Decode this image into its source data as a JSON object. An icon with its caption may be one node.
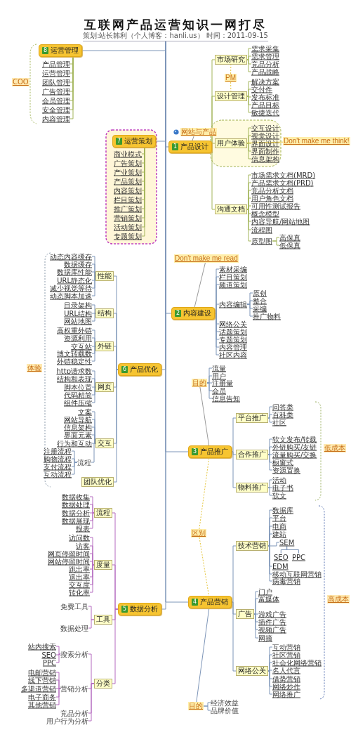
{
  "diagram": {
    "nodes": [
      {
        "text": [
          "互联网产品运营知识一网打尽",
          "策划:站长韩利（个人博客：hanli.us） 时间：2011-09-15"
        ]
      },
      {
        "text": [
          "8",
          "运营管理"
        ]
      },
      {
        "text": [
          "产品管理"
        ]
      },
      {
        "text": [
          "运营管理"
        ]
      },
      {
        "text": [
          "团队管理"
        ]
      },
      {
        "text": [
          "广告管理"
        ]
      },
      {
        "text": [
          "会员管理"
        ]
      },
      {
        "text": [
          "安全管理"
        ]
      },
      {
        "text": [
          "内容管理"
        ]
      },
      {
        "text": [
          "7",
          "运营策划"
        ]
      },
      {
        "text": [
          "商业模式"
        ]
      },
      {
        "text": [
          "广告策划"
        ]
      },
      {
        "text": [
          "产业策划"
        ]
      },
      {
        "text": [
          "产品策划"
        ]
      },
      {
        "text": [
          "内容策划"
        ]
      },
      {
        "text": [
          "栏目策划"
        ]
      },
      {
        "text": [
          "推广策划"
        ]
      },
      {
        "text": [
          "营销策划"
        ]
      },
      {
        "text": [
          "活动策划"
        ]
      },
      {
        "text": [
          "专题策划"
        ]
      },
      {
        "text": [
          "网站与产品"
        ]
      },
      {
        "text": [
          "1",
          "产品设计"
        ]
      },
      {
        "text": [
          "市场研究"
        ]
      },
      {
        "text": [
          "PM"
        ]
      },
      {
        "text": [
          "设计管理"
        ]
      },
      {
        "text": [
          "用户体验"
        ]
      },
      {
        "text": [
          "沟通文档"
        ]
      },
      {
        "text": [
          "需求采集"
        ]
      },
      {
        "text": [
          "需求管理"
        ]
      },
      {
        "text": [
          "竞品分析"
        ]
      },
      {
        "text": [
          "产品战略"
        ]
      },
      {
        "text": [
          "解决方案"
        ]
      },
      {
        "text": [
          "交付件"
        ]
      },
      {
        "text": [
          "发布标准"
        ]
      },
      {
        "text": [
          "产品目标"
        ]
      },
      {
        "text": [
          "敏捷迭代"
        ]
      },
      {
        "text": [
          "交互设计"
        ]
      },
      {
        "text": [
          "视觉设计"
        ]
      },
      {
        "text": [
          "界面设计"
        ]
      },
      {
        "text": [
          "界面制作"
        ]
      },
      {
        "text": [
          "信息架构"
        ]
      },
      {
        "text": [
          "Don't make me think!"
        ]
      },
      {
        "text": [
          "市场需求文档(MRD)"
        ]
      },
      {
        "text": [
          "产品需求文档(PRD)"
        ]
      },
      {
        "text": [
          "竞品分析文档"
        ]
      },
      {
        "text": [
          "用户角色文档"
        ]
      },
      {
        "text": [
          "可用性测试报告"
        ]
      },
      {
        "text": [
          "概念模型"
        ]
      },
      {
        "text": [
          "内容导航/网站地图"
        ]
      },
      {
        "text": [
          "流程图"
        ]
      },
      {
        "text": [
          "原型图"
        ]
      },
      {
        "text": [
          "高保真"
        ]
      },
      {
        "text": [
          "低保真"
        ]
      },
      {
        "text": [
          "Don't make me read"
        ]
      },
      {
        "text": [
          "2",
          "内容建设"
        ]
      },
      {
        "text": [
          "素材采编"
        ]
      },
      {
        "text": [
          "栏目策划"
        ]
      },
      {
        "text": [
          "频道策划"
        ]
      },
      {
        "text": [
          "内容编辑"
        ]
      },
      {
        "text": [
          "网络公关"
        ]
      },
      {
        "text": [
          "话题策划"
        ]
      },
      {
        "text": [
          "专题策划"
        ]
      },
      {
        "text": [
          "内容管理"
        ]
      },
      {
        "text": [
          "社区内容"
        ]
      },
      {
        "text": [
          "原创"
        ]
      },
      {
        "text": [
          "整合"
        ]
      },
      {
        "text": [
          "采编"
        ]
      },
      {
        "text": [
          "推广物料"
        ]
      },
      {
        "text": [
          "6",
          "产品优化"
        ]
      },
      {
        "text": [
          "性能"
        ]
      },
      {
        "text": [
          "结构"
        ]
      },
      {
        "text": [
          "外链"
        ]
      },
      {
        "text": [
          "网页"
        ]
      },
      {
        "text": [
          "交互"
        ]
      },
      {
        "text": [
          "团队优化"
        ]
      },
      {
        "text": [
          "动态内容缓存"
        ]
      },
      {
        "text": [
          "数据缓存"
        ]
      },
      {
        "text": [
          "数据库性能"
        ]
      },
      {
        "text": [
          "URL静态化"
        ]
      },
      {
        "text": [
          "减少视觉等待"
        ]
      },
      {
        "text": [
          "动态脚本加速"
        ]
      },
      {
        "text": [
          "目录架构"
        ]
      },
      {
        "text": [
          "URL结构"
        ]
      },
      {
        "text": [
          "网站地图"
        ]
      },
      {
        "text": [
          "高权重外链"
        ]
      },
      {
        "text": [
          "资源利用"
        ]
      },
      {
        "text": [
          "交互站"
        ]
      },
      {
        "text": [
          "博文转载数"
        ]
      },
      {
        "text": [
          "外链稳定性"
        ]
      },
      {
        "text": [
          "http请求数"
        ]
      },
      {
        "text": [
          "结构和表现"
        ]
      },
      {
        "text": [
          "脚本位置"
        ]
      },
      {
        "text": [
          "代码精简"
        ]
      },
      {
        "text": [
          "组件压缩"
        ]
      },
      {
        "text": [
          "文案"
        ]
      },
      {
        "text": [
          "网站导航"
        ]
      },
      {
        "text": [
          "信息架构"
        ]
      },
      {
        "text": [
          "界面元素"
        ]
      },
      {
        "text": [
          "行为和互动"
        ]
      },
      {
        "text": [
          "流程"
        ]
      },
      {
        "text": [
          "注册流程"
        ]
      },
      {
        "text": [
          "购物流程"
        ]
      },
      {
        "text": [
          "支付流程"
        ]
      },
      {
        "text": [
          "互动流程"
        ]
      },
      {
        "text": [
          "3",
          "产品推广"
        ]
      },
      {
        "text": [
          "目的"
        ]
      },
      {
        "text": [
          "流量"
        ]
      },
      {
        "text": [
          "用户"
        ]
      },
      {
        "text": [
          "注册量"
        ]
      },
      {
        "text": [
          "会员"
        ]
      },
      {
        "text": [
          "信息告知"
        ]
      },
      {
        "text": [
          "平台推广"
        ]
      },
      {
        "text": [
          "合作推广"
        ]
      },
      {
        "text": [
          "物料推广"
        ]
      },
      {
        "text": [
          "问答类"
        ]
      },
      {
        "text": [
          "百科类"
        ]
      },
      {
        "text": [
          "社区"
        ]
      },
      {
        "text": [
          "软文发布/转载"
        ]
      },
      {
        "text": [
          "外链购买/友链"
        ]
      },
      {
        "text": [
          "流量购买/交换"
        ]
      },
      {
        "text": [
          "橱窗式"
        ]
      },
      {
        "text": [
          "资源置换"
        ]
      },
      {
        "text": [
          "活动"
        ]
      },
      {
        "text": [
          "电子书"
        ]
      },
      {
        "text": [
          "软文"
        ]
      },
      {
        "text": [
          "区别"
        ]
      },
      {
        "text": [
          "4",
          "产品营销"
        ]
      },
      {
        "text": [
          "技术营销"
        ]
      },
      {
        "text": [
          "广告"
        ]
      },
      {
        "text": [
          "网络公关"
        ]
      },
      {
        "text": [
          "数据库"
        ]
      },
      {
        "text": [
          "平台"
        ]
      },
      {
        "text": [
          "电商"
        ]
      },
      {
        "text": [
          "建站"
        ]
      },
      {
        "text": [
          "SEM"
        ]
      },
      {
        "text": [
          "SEO"
        ]
      },
      {
        "text": [
          "PPC"
        ]
      },
      {
        "text": [
          "EDM"
        ]
      },
      {
        "text": [
          "移动互联网营销"
        ]
      },
      {
        "text": [
          "病毒营销"
        ]
      },
      {
        "text": [
          "门户"
        ]
      },
      {
        "text": [
          "富媒体"
        ]
      },
      {
        "text": [
          "游戏广告"
        ]
      },
      {
        "text": [
          "插件广告"
        ]
      },
      {
        "text": [
          "视频广告"
        ]
      },
      {
        "text": [
          "网摘"
        ]
      },
      {
        "text": [
          "互动营销"
        ]
      },
      {
        "text": [
          "社区营销"
        ]
      },
      {
        "text": [
          "社会化网络营销"
        ]
      },
      {
        "text": [
          "名人代言"
        ]
      },
      {
        "text": [
          "借势营销"
        ]
      },
      {
        "text": [
          "网络炒作"
        ]
      },
      {
        "text": [
          "网络推广"
        ]
      },
      {
        "text": [
          "目的"
        ]
      },
      {
        "text": [
          "经济效益"
        ]
      },
      {
        "text": [
          "品牌价值"
        ]
      },
      {
        "text": [
          "5",
          "数据分析"
        ]
      },
      {
        "text": [
          "流程"
        ]
      },
      {
        "text": [
          "度量"
        ]
      },
      {
        "text": [
          "工具"
        ]
      },
      {
        "text": [
          "分类"
        ]
      },
      {
        "text": [
          "数据收集"
        ]
      },
      {
        "text": [
          "数据处理"
        ]
      },
      {
        "text": [
          "数据分析"
        ]
      },
      {
        "text": [
          "数据展现"
        ]
      },
      {
        "text": [
          "报表"
        ]
      },
      {
        "text": [
          "访问数"
        ]
      },
      {
        "text": [
          "访客"
        ]
      },
      {
        "text": [
          "网页停留时间"
        ]
      },
      {
        "text": [
          "网站停留时间"
        ]
      },
      {
        "text": [
          "跳出率"
        ]
      },
      {
        "text": [
          "退出率"
        ]
      },
      {
        "text": [
          "交互度"
        ]
      },
      {
        "text": [
          "转化率"
        ]
      },
      {
        "text": [
          "免费工具"
        ]
      },
      {
        "text": [
          "数据处理"
        ]
      },
      {
        "text": [
          "搜索分析"
        ]
      },
      {
        "text": [
          "营销分析"
        ]
      },
      {
        "text": [
          "竞品分析"
        ]
      },
      {
        "text": [
          "用户行为分析"
        ]
      },
      {
        "text": [
          "站内搜索"
        ]
      },
      {
        "text": [
          "SEO"
        ]
      },
      {
        "text": [
          "PPC"
        ]
      },
      {
        "text": [
          "电邮营销"
        ]
      },
      {
        "text": [
          "线下营销"
        ]
      },
      {
        "text": [
          "多渠道营销"
        ]
      },
      {
        "text": [
          "电子商务"
        ]
      },
      {
        "text": [
          "其他营销"
        ]
      }
    ],
    "edges": [
      {
        "from": 0,
        "to": 1,
        "arrow": "none"
      },
      {
        "from": 0,
        "to": 9,
        "arrow": "none"
      },
      {
        "from": 0,
        "to": 21,
        "arrow": "none"
      },
      {
        "from": 0,
        "to": 54,
        "arrow": "none"
      },
      {
        "from": 0,
        "to": 68,
        "arrow": "none"
      },
      {
        "from": 0,
        "to": 104,
        "arrow": "none"
      },
      {
        "from": 0,
        "to": 126,
        "arrow": "none"
      },
      {
        "from": 0,
        "to": 156,
        "arrow": "none"
      },
      {
        "from": 1,
        "to": 2,
        "arrow": "none",
        "color": "#a3b55a"
      },
      {
        "from": 1,
        "to": 3,
        "arrow": "none",
        "color": "#a3b55a"
      },
      {
        "from": 1,
        "to": 4,
        "arrow": "none",
        "color": "#a3b55a"
      },
      {
        "from": 1,
        "to": 5,
        "arrow": "none",
        "color": "#a3b55a"
      },
      {
        "from": 1,
        "to": 6,
        "arrow": "none",
        "color": "#a3b55a"
      },
      {
        "from": 1,
        "to": 7,
        "arrow": "none",
        "color": "#a3b55a"
      },
      {
        "from": 1,
        "to": 8,
        "arrow": "none",
        "color": "#a3b55a"
      },
      {
        "from": 9,
        "to": 10,
        "arrow": "none",
        "color": "#a3b55a"
      },
      {
        "from": 9,
        "to": 11,
        "arrow": "none",
        "color": "#a3b55a"
      },
      {
        "from": 9,
        "to": 12,
        "arrow": "none",
        "color": "#a3b55a"
      },
      {
        "from": 9,
        "to": 13,
        "arrow": "none",
        "color": "#a3b55a"
      },
      {
        "from": 9,
        "to": 14,
        "arrow": "none",
        "color": "#a3b55a"
      },
      {
        "from": 9,
        "to": 15,
        "arrow": "none",
        "color": "#a3b55a"
      },
      {
        "from": 9,
        "to": 16,
        "arrow": "none",
        "color": "#a3b55a"
      },
      {
        "from": 9,
        "to": 17,
        "arrow": "none",
        "color": "#a3b55a"
      },
      {
        "from": 9,
        "to": 18,
        "arrow": "none",
        "color": "#a3b55a"
      },
      {
        "from": 9,
        "to": 19,
        "arrow": "none",
        "color": "#a3b55a"
      },
      {
        "from": 20,
        "to": 21,
        "arrow": "none",
        "color": "#9a9a9a"
      },
      {
        "from": 21,
        "to": 22,
        "arrow": "none",
        "color": "#a3b55a"
      },
      {
        "from": 21,
        "to": 24,
        "arrow": "none",
        "color": "#a3b55a"
      },
      {
        "from": 21,
        "to": 25,
        "arrow": "none",
        "color": "#a3b55a"
      },
      {
        "from": 21,
        "to": 26,
        "arrow": "none",
        "color": "#a3b55a"
      },
      {
        "from": 23,
        "to": 22,
        "arrow": "none",
        "style": "dashed",
        "color": "#e6c63c"
      },
      {
        "from": 23,
        "to": 24,
        "arrow": "none",
        "style": "dashed",
        "color": "#e6c63c"
      },
      {
        "from": 22,
        "to": 27,
        "arrow": "none",
        "color": "#a3b55a"
      },
      {
        "from": 22,
        "to": 28,
        "arrow": "none",
        "color": "#a3b55a"
      },
      {
        "from": 22,
        "to": 29,
        "arrow": "none",
        "color": "#a3b55a"
      },
      {
        "from": 22,
        "to": 30,
        "arrow": "none",
        "color": "#a3b55a"
      },
      {
        "from": 24,
        "to": 31,
        "arrow": "none",
        "color": "#a3b55a"
      },
      {
        "from": 24,
        "to": 32,
        "arrow": "none",
        "color": "#a3b55a"
      },
      {
        "from": 24,
        "to": 33,
        "arrow": "none",
        "color": "#a3b55a"
      },
      {
        "from": 24,
        "to": 34,
        "arrow": "none",
        "color": "#a3b55a"
      },
      {
        "from": 24,
        "to": 35,
        "arrow": "none",
        "color": "#a3b55a"
      },
      {
        "from": 25,
        "to": 36,
        "arrow": "none",
        "color": "#a3b55a"
      },
      {
        "from": 25,
        "to": 37,
        "arrow": "none",
        "color": "#a3b55a"
      },
      {
        "from": 25,
        "to": 38,
        "arrow": "none",
        "color": "#a3b55a"
      },
      {
        "from": 25,
        "to": 39,
        "arrow": "none",
        "color": "#a3b55a"
      },
      {
        "from": 25,
        "to": 40,
        "arrow": "none",
        "color": "#a3b55a"
      },
      {
        "from": 25,
        "to": 41,
        "arrow": "none",
        "color": "#e6c63c"
      },
      {
        "from": 26,
        "to": 42,
        "arrow": "none",
        "color": "#a3b55a"
      },
      {
        "from": 26,
        "to": 43,
        "arrow": "none",
        "color": "#a3b55a"
      },
      {
        "from": 26,
        "to": 44,
        "arrow": "none",
        "color": "#a3b55a"
      },
      {
        "from": 26,
        "to": 45,
        "arrow": "none",
        "color": "#a3b55a"
      },
      {
        "from": 26,
        "to": 46,
        "arrow": "none",
        "color": "#a3b55a"
      },
      {
        "from": 26,
        "to": 47,
        "arrow": "none",
        "color": "#a3b55a"
      },
      {
        "from": 26,
        "to": 48,
        "arrow": "none",
        "color": "#a3b55a"
      },
      {
        "from": 26,
        "to": 49,
        "arrow": "none",
        "color": "#a3b55a"
      },
      {
        "from": 26,
        "to": 50,
        "arrow": "none",
        "color": "#a3b55a"
      },
      {
        "from": 50,
        "to": 51,
        "arrow": "none",
        "color": "#a3b55a"
      },
      {
        "from": 50,
        "to": 52,
        "arrow": "none",
        "color": "#a3b55a"
      },
      {
        "from": 54,
        "to": 53,
        "arrow": "none",
        "color": "#9a9a9a"
      },
      {
        "from": 54,
        "to": 55,
        "arrow": "none"
      },
      {
        "from": 54,
        "to": 56,
        "arrow": "none"
      },
      {
        "from": 54,
        "to": 57,
        "arrow": "none"
      },
      {
        "from": 54,
        "to": 58,
        "arrow": "none"
      },
      {
        "from": 54,
        "to": 59,
        "arrow": "none"
      },
      {
        "from": 54,
        "to": 60,
        "arrow": "none"
      },
      {
        "from": 54,
        "to": 61,
        "arrow": "none"
      },
      {
        "from": 54,
        "to": 62,
        "arrow": "none"
      },
      {
        "from": 54,
        "to": 63,
        "arrow": "none"
      },
      {
        "from": 58,
        "to": 64,
        "arrow": "none"
      },
      {
        "from": 58,
        "to": 65,
        "arrow": "none"
      },
      {
        "from": 58,
        "to": 66,
        "arrow": "none"
      },
      {
        "from": 58,
        "to": 67,
        "arrow": "none"
      },
      {
        "from": 68,
        "to": 69,
        "arrow": "none"
      },
      {
        "from": 68,
        "to": 70,
        "arrow": "none"
      },
      {
        "from": 68,
        "to": 71,
        "arrow": "none"
      },
      {
        "from": 68,
        "to": 72,
        "arrow": "none"
      },
      {
        "from": 68,
        "to": 73,
        "arrow": "none"
      },
      {
        "from": 68,
        "to": 74,
        "arrow": "none"
      },
      {
        "from": 69,
        "to": 75,
        "arrow": "none"
      },
      {
        "from": 69,
        "to": 76,
        "arrow": "none"
      },
      {
        "from": 69,
        "to": 77,
        "arrow": "none"
      },
      {
        "from": 69,
        "to": 78,
        "arrow": "none"
      },
      {
        "from": 69,
        "to": 79,
        "arrow": "none"
      },
      {
        "from": 69,
        "to": 80,
        "arrow": "none"
      },
      {
        "from": 70,
        "to": 81,
        "arrow": "none"
      },
      {
        "from": 70,
        "to": 82,
        "arrow": "none"
      },
      {
        "from": 70,
        "to": 83,
        "arrow": "none"
      },
      {
        "from": 71,
        "to": 84,
        "arrow": "none"
      },
      {
        "from": 71,
        "to": 85,
        "arrow": "none"
      },
      {
        "from": 71,
        "to": 86,
        "arrow": "none"
      },
      {
        "from": 71,
        "to": 87,
        "arrow": "none"
      },
      {
        "from": 71,
        "to": 88,
        "arrow": "none"
      },
      {
        "from": 72,
        "to": 89,
        "arrow": "none"
      },
      {
        "from": 72,
        "to": 90,
        "arrow": "none"
      },
      {
        "from": 72,
        "to": 91,
        "arrow": "none"
      },
      {
        "from": 72,
        "to": 92,
        "arrow": "none"
      },
      {
        "from": 72,
        "to": 93,
        "arrow": "none"
      },
      {
        "from": 73,
        "to": 94,
        "arrow": "none"
      },
      {
        "from": 73,
        "to": 95,
        "arrow": "none"
      },
      {
        "from": 73,
        "to": 96,
        "arrow": "none"
      },
      {
        "from": 73,
        "to": 97,
        "arrow": "none"
      },
      {
        "from": 73,
        "to": 98,
        "arrow": "none"
      },
      {
        "from": 73,
        "to": 99,
        "arrow": "none"
      },
      {
        "from": 99,
        "to": 100,
        "arrow": "none"
      },
      {
        "from": 99,
        "to": 101,
        "arrow": "none"
      },
      {
        "from": 99,
        "to": 102,
        "arrow": "none"
      },
      {
        "from": 99,
        "to": 103,
        "arrow": "none"
      },
      {
        "from": 104,
        "to": 105,
        "arrow": "none",
        "color": "#9a9a9a"
      },
      {
        "from": 105,
        "to": 106,
        "arrow": "none"
      },
      {
        "from": 105,
        "to": 107,
        "arrow": "none"
      },
      {
        "from": 105,
        "to": 108,
        "arrow": "none"
      },
      {
        "from": 105,
        "to": 109,
        "arrow": "none"
      },
      {
        "from": 105,
        "to": 110,
        "arrow": "none"
      },
      {
        "from": 104,
        "to": 111,
        "arrow": "none"
      },
      {
        "from": 104,
        "to": 112,
        "arrow": "none"
      },
      {
        "from": 104,
        "to": 113,
        "arrow": "none"
      },
      {
        "from": 111,
        "to": 114,
        "arrow": "none"
      },
      {
        "from": 111,
        "to": 115,
        "arrow": "none"
      },
      {
        "from": 111,
        "to": 116,
        "arrow": "none"
      },
      {
        "from": 112,
        "to": 117,
        "arrow": "none"
      },
      {
        "from": 112,
        "to": 118,
        "arrow": "none"
      },
      {
        "from": 112,
        "to": 119,
        "arrow": "none"
      },
      {
        "from": 112,
        "to": 120,
        "arrow": "none"
      },
      {
        "from": 112,
        "to": 121,
        "arrow": "none"
      },
      {
        "from": 113,
        "to": 122,
        "arrow": "none"
      },
      {
        "from": 113,
        "to": 123,
        "arrow": "none"
      },
      {
        "from": 113,
        "to": 124,
        "arrow": "none"
      },
      {
        "from": 125,
        "to": 104,
        "arrow": "none",
        "style": "dashed",
        "color": "#e6c63c"
      },
      {
        "from": 125,
        "to": 126,
        "arrow": "none",
        "style": "dashed",
        "color": "#e6c63c"
      },
      {
        "from": 126,
        "to": 127,
        "arrow": "none"
      },
      {
        "from": 126,
        "to": 128,
        "arrow": "none"
      },
      {
        "from": 126,
        "to": 129,
        "arrow": "none"
      },
      {
        "from": 127,
        "to": 130,
        "arrow": "none"
      },
      {
        "from": 127,
        "to": 131,
        "arrow": "none"
      },
      {
        "from": 127,
        "to": 132,
        "arrow": "none"
      },
      {
        "from": 127,
        "to": 133,
        "arrow": "none"
      },
      {
        "from": 127,
        "to": 134,
        "arrow": "none"
      },
      {
        "from": 127,
        "to": 137,
        "arrow": "none"
      },
      {
        "from": 127,
        "to": 138,
        "arrow": "none"
      },
      {
        "from": 127,
        "to": 139,
        "arrow": "none"
      },
      {
        "from": 134,
        "to": 135,
        "arrow": "none"
      },
      {
        "from": 134,
        "to": 136,
        "arrow": "none"
      },
      {
        "from": 128,
        "to": 140,
        "arrow": "none"
      },
      {
        "from": 128,
        "to": 141,
        "arrow": "none"
      },
      {
        "from": 128,
        "to": 142,
        "arrow": "none"
      },
      {
        "from": 128,
        "to": 143,
        "arrow": "none"
      },
      {
        "from": 128,
        "to": 144,
        "arrow": "none"
      },
      {
        "from": 128,
        "to": 145,
        "arrow": "none"
      },
      {
        "from": 129,
        "to": 146,
        "arrow": "none"
      },
      {
        "from": 129,
        "to": 147,
        "arrow": "none"
      },
      {
        "from": 129,
        "to": 148,
        "arrow": "none"
      },
      {
        "from": 129,
        "to": 149,
        "arrow": "none"
      },
      {
        "from": 129,
        "to": 150,
        "arrow": "none"
      },
      {
        "from": 129,
        "to": 151,
        "arrow": "none"
      },
      {
        "from": 129,
        "to": 152,
        "arrow": "none"
      },
      {
        "from": 126,
        "to": 153,
        "arrow": "none"
      },
      {
        "from": 153,
        "to": 154,
        "arrow": "none"
      },
      {
        "from": 153,
        "to": 155,
        "arrow": "none"
      },
      {
        "from": 156,
        "to": 157,
        "arrow": "none",
        "color": "#b46bbf"
      },
      {
        "from": 156,
        "to": 158,
        "arrow": "none",
        "color": "#b46bbf"
      },
      {
        "from": 156,
        "to": 159,
        "arrow": "none",
        "color": "#b46bbf"
      },
      {
        "from": 156,
        "to": 160,
        "arrow": "none",
        "color": "#b46bbf"
      },
      {
        "from": 157,
        "to": 161,
        "arrow": "none",
        "color": "#b46bbf"
      },
      {
        "from": 157,
        "to": 162,
        "arrow": "none",
        "color": "#b46bbf"
      },
      {
        "from": 157,
        "to": 163,
        "arrow": "none",
        "color": "#b46bbf"
      },
      {
        "from": 157,
        "to": 164,
        "arrow": "none",
        "color": "#b46bbf"
      },
      {
        "from": 157,
        "to": 165,
        "arrow": "none",
        "color": "#b46bbf"
      },
      {
        "from": 158,
        "to": 166,
        "arrow": "none",
        "color": "#b46bbf"
      },
      {
        "from": 158,
        "to": 167,
        "arrow": "none",
        "color": "#b46bbf"
      },
      {
        "from": 158,
        "to": 168,
        "arrow": "none",
        "color": "#b46bbf"
      },
      {
        "from": 158,
        "to": 169,
        "arrow": "none",
        "color": "#b46bbf"
      },
      {
        "from": 158,
        "to": 170,
        "arrow": "none",
        "color": "#b46bbf"
      },
      {
        "from": 158,
        "to": 171,
        "arrow": "none",
        "color": "#b46bbf"
      },
      {
        "from": 158,
        "to": 172,
        "arrow": "none",
        "color": "#b46bbf"
      },
      {
        "from": 158,
        "to": 173,
        "arrow": "none",
        "color": "#b46bbf"
      },
      {
        "from": 159,
        "to": 174,
        "arrow": "none",
        "color": "#b46bbf"
      },
      {
        "from": 159,
        "to": 175,
        "arrow": "none",
        "color": "#b46bbf"
      },
      {
        "from": 160,
        "to": 176,
        "arrow": "none",
        "color": "#b46bbf"
      },
      {
        "from": 160,
        "to": 177,
        "arrow": "none",
        "color": "#b46bbf"
      },
      {
        "from": 160,
        "to": 178,
        "arrow": "none",
        "color": "#b46bbf"
      },
      {
        "from": 160,
        "to": 179,
        "arrow": "none",
        "color": "#b46bbf"
      },
      {
        "from": 176,
        "to": 180,
        "arrow": "none",
        "color": "#b46bbf"
      },
      {
        "from": 176,
        "to": 181,
        "arrow": "none",
        "color": "#b46bbf"
      },
      {
        "from": 176,
        "to": 182,
        "arrow": "none",
        "color": "#b46bbf"
      },
      {
        "from": 177,
        "to": 183,
        "arrow": "none",
        "color": "#b46bbf"
      },
      {
        "from": 177,
        "to": 184,
        "arrow": "none",
        "color": "#b46bbf"
      },
      {
        "from": 177,
        "to": 185,
        "arrow": "none",
        "color": "#b46bbf"
      },
      {
        "from": 177,
        "to": 186,
        "arrow": "none",
        "color": "#b46bbf"
      },
      {
        "from": 177,
        "to": 187,
        "arrow": "none",
        "color": "#b46bbf"
      }
    ],
    "labels": [
      "COO",
      "体验",
      "低成本",
      "高成本"
    ]
  }
}
